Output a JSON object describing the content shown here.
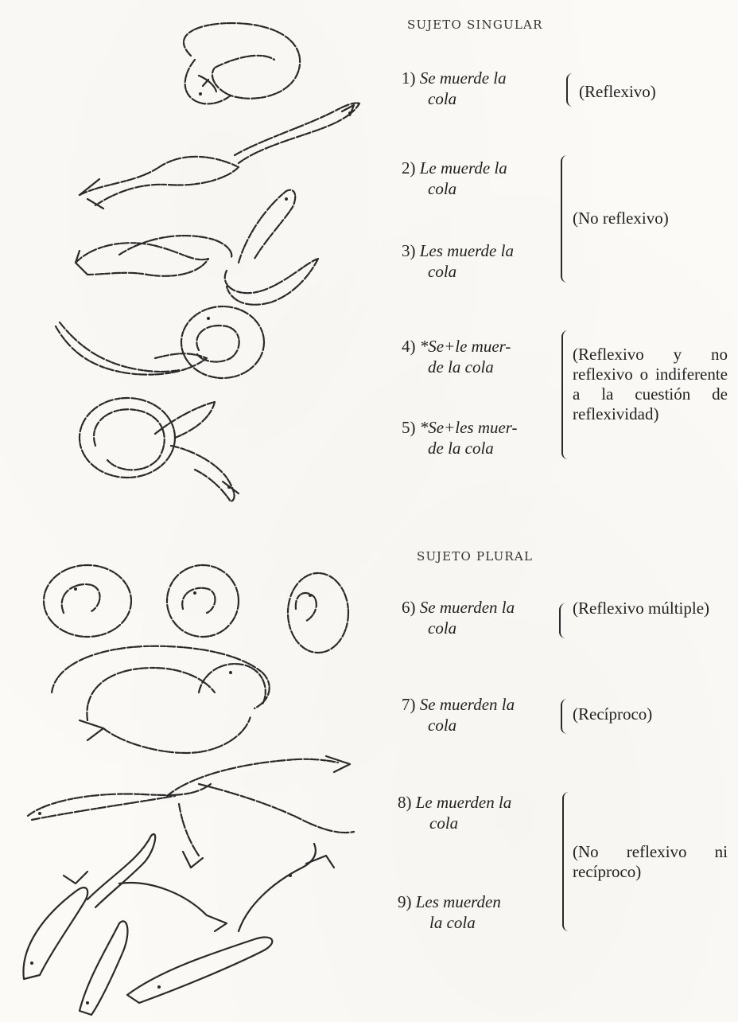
{
  "headings": {
    "singular": "SUJETO SINGULAR",
    "plural": "SUJETO PLURAL"
  },
  "examples": [
    {
      "num": "1)",
      "line1": "Se muerde la",
      "line2": "cola"
    },
    {
      "num": "2)",
      "line1": "Le muerde la",
      "line2": "cola"
    },
    {
      "num": "3)",
      "line1": "Les muerde la",
      "line2": "cola"
    },
    {
      "num": "4)",
      "line1": "*Se+le mue­r-",
      "line2": "de la cola"
    },
    {
      "num": "5)",
      "line1": "*Se+les muer-",
      "line2": "de la cola"
    },
    {
      "num": "6)",
      "line1": "Se muerden la",
      "line2": "cola"
    },
    {
      "num": "7)",
      "line1": "Se muerden la",
      "line2": "cola"
    },
    {
      "num": "8)",
      "line1": "Le muerden la",
      "line2": "cola"
    },
    {
      "num": "9)",
      "line1": "Les muerden",
      "line2": "la cola"
    }
  ],
  "labels": {
    "reflexivo": "(Reflexivo)",
    "no_reflexivo": "(No reflexivo)",
    "indiferente": "(Reflexivo y no reflexivo o indiferente a la cuestión de reflexividad)",
    "reflexivo_multiple": "(Reflexivo múltiple)",
    "reciproco": "(Recíproco)",
    "no_reflexivo_ni_reciproco": "(No reflexivo ni recíproco)"
  }
}
